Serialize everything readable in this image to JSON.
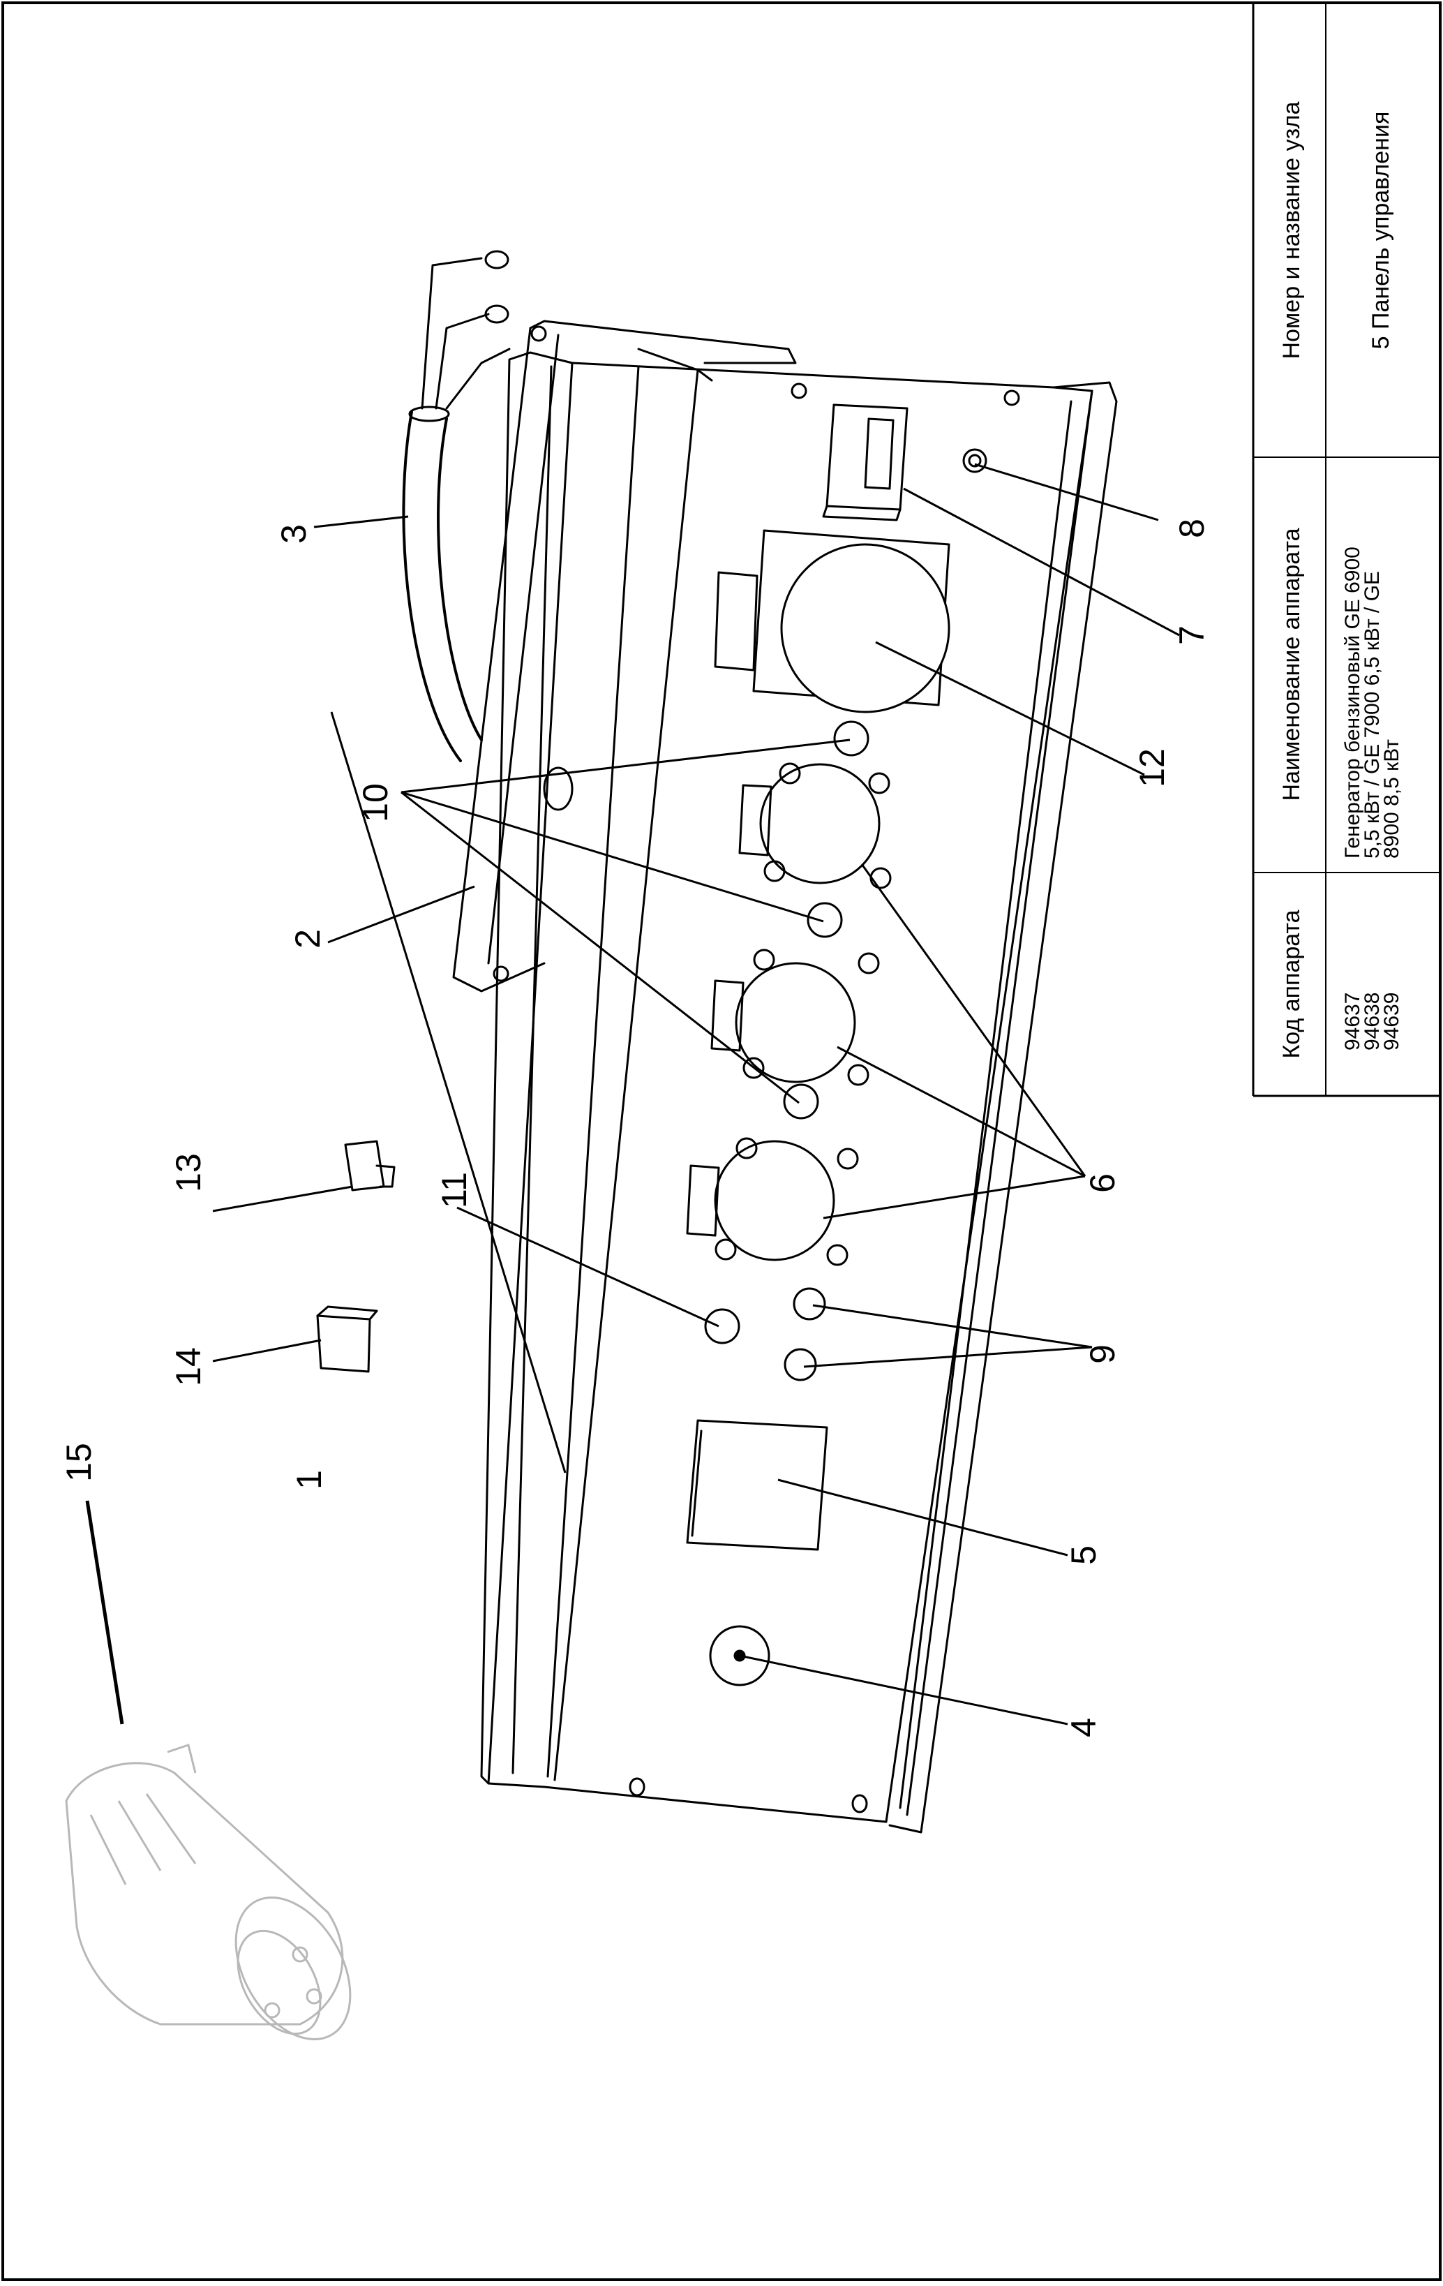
{
  "callouts": {
    "c1": "1",
    "c2": "2",
    "c3": "3",
    "c4": "4",
    "c5": "5",
    "c6": "6",
    "c7": "7",
    "c8": "8",
    "c9": "9",
    "c10": "10",
    "c11": "11",
    "c12": "12",
    "c13": "13",
    "c14": "14",
    "c15": "15"
  },
  "table": {
    "headers": {
      "code": "Код аппарата",
      "name": "Наименование аппарата",
      "node": "Номер и название узла"
    },
    "codes": [
      "94637",
      "94638",
      "94639"
    ],
    "name_lines": [
      "Генератор бензиновый GE 6900",
      "5,5 кВт / GE 7900 6,5 кВт / GE",
      "8900 8,5 кВт"
    ],
    "node_value": "5 Панель управления"
  },
  "colors": {
    "line": "#000000",
    "plug": "#b8b8b8",
    "background": "#ffffff"
  }
}
